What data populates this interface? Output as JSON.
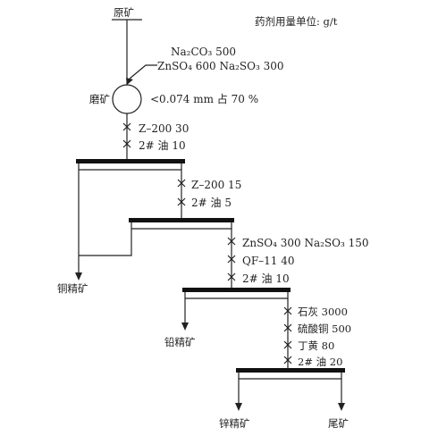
{
  "header": {
    "ore_label": "原矿",
    "unit_note": "药剂用量单位: g/t"
  },
  "grinding": {
    "reagent_line1": "Na₂CO₃ 500",
    "reagent_line2": "ZnSO₄ 600 Na₂SO₃ 300",
    "label": "磨矿",
    "fineness": "<0.074 mm 占 70 %"
  },
  "stage1": {
    "reagent_line1": "Z–200 30",
    "reagent_line2": "2# 油 10"
  },
  "stage2": {
    "reagent_line1": "Z–200 15",
    "reagent_line2": "2# 油 5"
  },
  "stage3": {
    "reagent_line1": "ZnSO₄ 300 Na₂SO₃ 150",
    "reagent_line2": "QF–11 40",
    "reagent_line3": "2# 油 10"
  },
  "stage4": {
    "reagent_line1": "石灰 3000",
    "reagent_line2": "硫酸铜 500",
    "reagent_line3": "丁黄 80",
    "reagent_line4": "2# 油 20"
  },
  "products": {
    "copper": "铜精矿",
    "lead": "铅精矿",
    "zinc": "锌精矿",
    "tailings": "尾矿"
  }
}
